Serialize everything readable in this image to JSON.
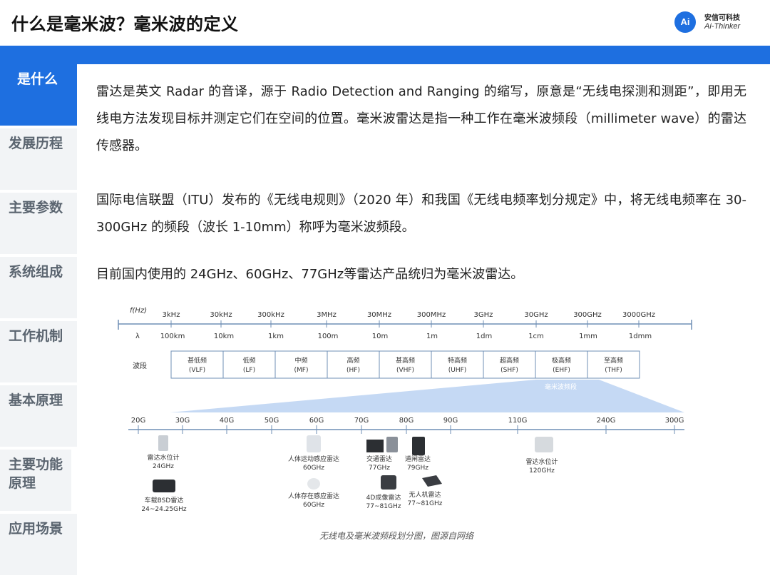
{
  "header": {
    "title": "什么是毫米波？毫米波的定义",
    "logo_cn": "安信可科技",
    "logo_en": "Ai-Thinker",
    "logo_mark": "Ai"
  },
  "sidebar": {
    "items": [
      {
        "label": "是什么",
        "active": true
      },
      {
        "label": "发展历程",
        "active": false
      },
      {
        "label": "主要参数",
        "active": false
      },
      {
        "label": "系统组成",
        "active": false
      },
      {
        "label": "工作机制",
        "active": false
      },
      {
        "label": "基本原理",
        "active": false
      },
      {
        "label": "主要功能原理",
        "active": false
      },
      {
        "label": "应用场景",
        "active": false
      }
    ]
  },
  "content": {
    "p1": "雷达是英文 Radar 的音译，源于 Radio Detection and Ranging 的缩写，原意是“无线电探测和测距”，即用无线电方法发现目标并测定它们在空间的位置。毫米波雷达是指一种工作在毫米波频段（millimeter wave）的雷达传感器。",
    "p2": "国际电信联盟（ITU）发布的《无线电规则》（2020 年）和我国《无线电频率划分规定》中，将无线电频率在 30-300GHz 的频段（波长 1-10mm）称呼为毫米波频段。",
    "p3": "目前国内使用的 24GHz、60GHz、77GHz等雷达产品统归为毫米波雷达。"
  },
  "figure": {
    "f_label": "f(Hz)",
    "lambda_label": "λ",
    "band_label": "波段",
    "freqs": [
      "3kHz",
      "30kHz",
      "300kHz",
      "3MHz",
      "30MHz",
      "300MHz",
      "3GHz",
      "30GHz",
      "300GHz",
      "3000GHz"
    ],
    "wavelengths": [
      "100km",
      "10km",
      "1km",
      "100m",
      "10m",
      "1m",
      "1dm",
      "1cm",
      "1mm",
      "1dmm"
    ],
    "bands": [
      {
        "cn": "甚低频",
        "en": "(VLF)"
      },
      {
        "cn": "低频",
        "en": "(LF)"
      },
      {
        "cn": "中频",
        "en": "(MF)"
      },
      {
        "cn": "高频",
        "en": "(HF)"
      },
      {
        "cn": "甚高频",
        "en": "(VHF)"
      },
      {
        "cn": "特高频",
        "en": "(UHF)"
      },
      {
        "cn": "超高频",
        "en": "(SHF)"
      },
      {
        "cn": "极高频",
        "en": "(EHF)"
      },
      {
        "cn": "至高频",
        "en": "(THF)"
      }
    ],
    "mmwave_label": "毫米波频段",
    "ghz_ticks": [
      "20G",
      "30G",
      "40G",
      "50G",
      "60G",
      "70G",
      "80G",
      "90G",
      "110G",
      "240G",
      "300G"
    ],
    "devices": [
      {
        "name": "雷达水位计",
        "freq": "24GHz"
      },
      {
        "name": "车载BSD雷达",
        "freq": "24~24.25GHz"
      },
      {
        "name": "人体运动感应雷达",
        "freq": "60GHz"
      },
      {
        "name": "人体存在感应雷达",
        "freq": "60GHz"
      },
      {
        "name": "交通雷达",
        "freq": "77GHz"
      },
      {
        "name": "道闸雷达",
        "freq": "79GHz"
      },
      {
        "name": "4D成像雷达",
        "freq": "77~81GHz"
      },
      {
        "name": "无人机雷达",
        "freq": "77~81GHz"
      },
      {
        "name": "雷达水位计",
        "freq": "120GHz"
      }
    ],
    "caption": "无线电及毫米波频段划分图，图源自网络"
  },
  "colors": {
    "accent": "#1e6fe0",
    "sidebar_bg": "#f2f4f6",
    "sidebar_text": "#5b6570",
    "axis": "#6f8fb5"
  }
}
